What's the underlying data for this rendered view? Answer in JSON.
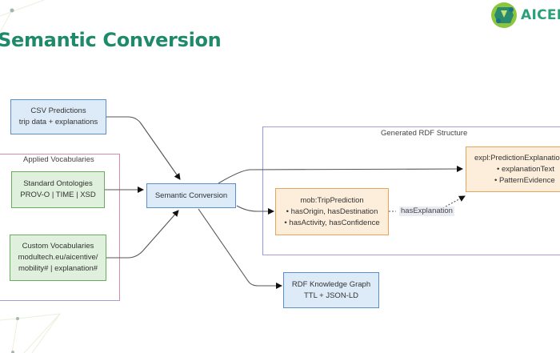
{
  "slide": {
    "title": "Semantic Conversion",
    "logo_text": "AICEN"
  },
  "groups": {
    "vocab": {
      "label": "Applied Vocabularies"
    },
    "rdf": {
      "label": "Generated RDF Structure"
    }
  },
  "nodes": {
    "csv": {
      "lines": [
        "CSV Predictions",
        "trip data + explanations"
      ]
    },
    "standard": {
      "lines": [
        "Standard Ontologies",
        "PROV-O | TIME | XSD"
      ]
    },
    "custom": {
      "lines": [
        "Custom Vocabularies",
        "modultech.eu/aicentive/",
        "mobility# | explanation#"
      ]
    },
    "semantic": {
      "lines": [
        "Semantic Conversion"
      ]
    },
    "trip": {
      "lines": [
        "mob:TripPrediction",
        "• hasOrigin, hasDestination",
        "• hasActivity, hasConfidence"
      ]
    },
    "expl": {
      "lines": [
        "expl:PredictionExplanation",
        "• explanationText",
        "• PatternEvidence"
      ]
    },
    "kg": {
      "lines": [
        "RDF Knowledge Graph",
        "TTL + JSON-LD"
      ]
    }
  },
  "edges": {
    "has_explanation": "hasExplanation"
  },
  "colors": {
    "title": "#1f8a6a",
    "node_blue_fill": "#ddebf8",
    "node_green_fill": "#dff0dc",
    "node_orange_fill": "#fdeedb"
  }
}
